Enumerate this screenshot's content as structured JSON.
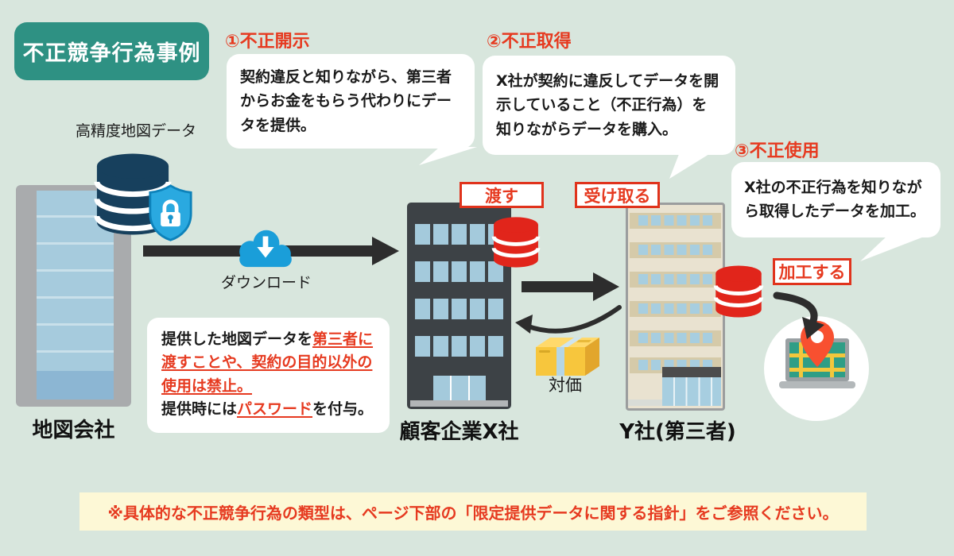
{
  "colors": {
    "background": "#d8e6dd",
    "accent_red": "#e63a20",
    "title_teal": "#2e9183",
    "db_navy": "#17405d",
    "db_red": "#e1251b",
    "note_yellow": "#fdf8d6"
  },
  "title": {
    "label": "不正競争行為事例"
  },
  "data_source": {
    "label": "高精度地図データ"
  },
  "callout1": {
    "heading": "①不正開示",
    "body": "契約違反と知りながら、第三者からお金をもらう代わりにデータを提供。"
  },
  "callout2": {
    "heading": "②不正取得",
    "body": "X社が契約に違反してデータを開示していること（不正行為）を知りながらデータを購入。"
  },
  "callout3": {
    "heading": "③不正使用",
    "body": "X社の不正行為を知りながら取得したデータを加工。"
  },
  "actions": {
    "download": "ダウンロード",
    "give": "渡す",
    "receive": "受け取る",
    "process": "加工する",
    "compensation": "対価"
  },
  "companies": {
    "map_company": "地図会社",
    "company_x": "顧客企業X社",
    "company_y": "Y社(第三者)"
  },
  "contract_note": {
    "black1": "提供した地図データを",
    "red1": "第三者に渡すことや、契約の目的以外の使用は禁止。",
    "black2": "提供時には",
    "red2": "パスワード",
    "black3": "を付与。"
  },
  "footer": {
    "note": "※具体的な不正競争行為の類型は、ページ下部の「限定提供データに関する指針」をご参照ください。"
  }
}
